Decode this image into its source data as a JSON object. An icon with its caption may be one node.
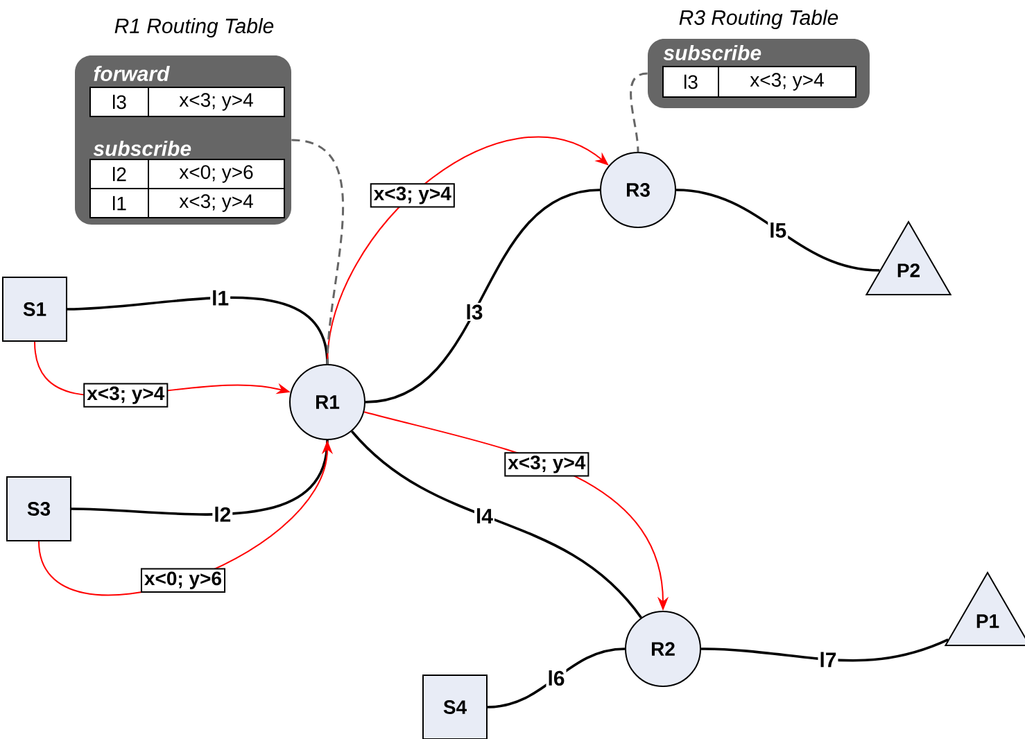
{
  "diagram": {
    "nodes": [
      {
        "text": [
          "R1 Routing Table",
          "forward",
          "subscribe"
        ]
      },
      {
        "text": [
          "R3 Routing Table",
          "subscribe"
        ]
      },
      {
        "text": [
          "R3"
        ]
      },
      {
        "text": [
          "P2"
        ]
      },
      {
        "text": [
          "S1"
        ]
      },
      {
        "text": [
          "R1"
        ]
      },
      {
        "text": [
          "S3"
        ]
      },
      {
        "text": [
          "R2"
        ]
      },
      {
        "text": [
          "P1"
        ]
      },
      {
        "text": [
          "S4"
        ]
      }
    ],
    "edges": [
      {
        "from": 4,
        "to": 5,
        "arrow": "none",
        "label": "l1"
      },
      {
        "from": 4,
        "to": 5,
        "arrow": "to",
        "label": "x<3; y>4",
        "color": "#ff0000"
      },
      {
        "from": 5,
        "to": 2,
        "arrow": "none",
        "label": "l3"
      },
      {
        "from": 5,
        "to": 2,
        "arrow": "to",
        "label": "x<3; y>4",
        "color": "#ff0000"
      },
      {
        "from": 2,
        "to": 3,
        "arrow": "none",
        "label": "l5"
      },
      {
        "from": 6,
        "to": 5,
        "arrow": "none",
        "label": "l2"
      },
      {
        "from": 6,
        "to": 5,
        "arrow": "to",
        "label": "x<0; y>6",
        "color": "#ff0000"
      },
      {
        "from": 5,
        "to": 7,
        "arrow": "none",
        "label": "l4"
      },
      {
        "from": 5,
        "to": 7,
        "arrow": "to",
        "label": "x<3; y>4",
        "color": "#ff0000"
      },
      {
        "from": 9,
        "to": 7,
        "arrow": "none",
        "label": "l6"
      },
      {
        "from": 7,
        "to": 8,
        "arrow": "none",
        "label": "l7"
      },
      {
        "from": 0,
        "to": 5,
        "arrow": "none",
        "style": "dashed",
        "color": "#666666"
      },
      {
        "from": 1,
        "to": 2,
        "arrow": "none",
        "style": "dashed",
        "color": "#666666"
      }
    ],
    "labels": [
      "l3",
      "x<3; y>4",
      "l2",
      "x<0; y>6",
      "l1",
      "x<3; y>4",
      "l3",
      "x<3; y>4"
    ]
  }
}
